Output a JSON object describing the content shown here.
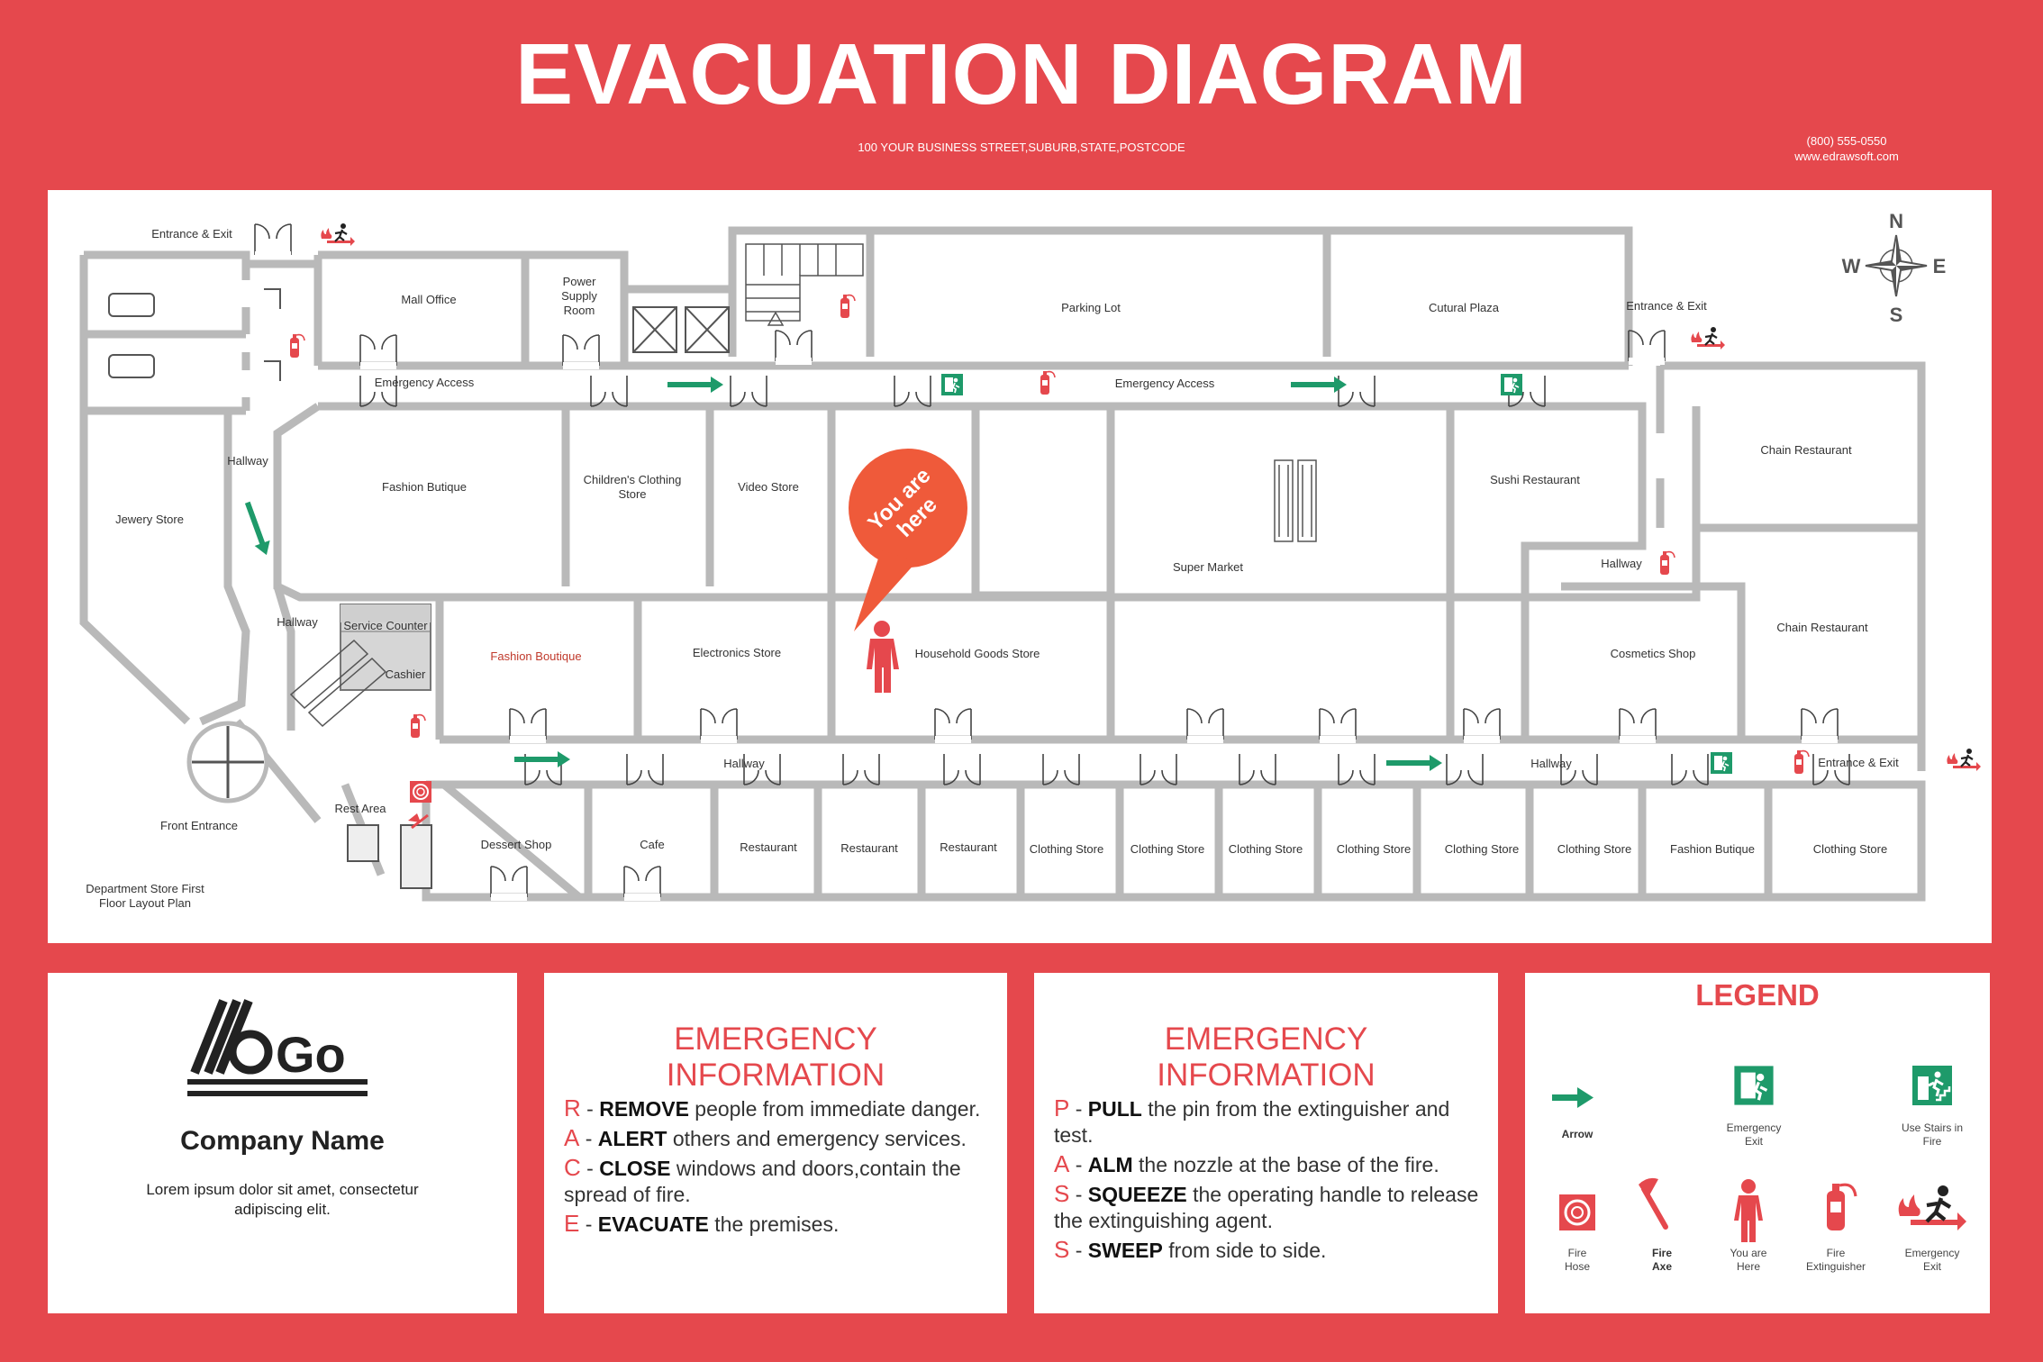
{
  "header": {
    "title": "EVACUATION DIAGRAM",
    "address": "100 YOUR BUSINESS STREET,SUBURB,STATE,POSTCODE",
    "phone": "(800) 555-0550",
    "website": "www.edrawsoft.com"
  },
  "compass": {
    "n": "N",
    "e": "E",
    "s": "S",
    "w": "W"
  },
  "floorplan": {
    "rooms": {
      "entrance_exit_tl": "Entrance & Exit",
      "mall_office": "Mall Office",
      "power_supply_1": "Power",
      "power_supply_2": "Supply",
      "power_supply_3": "Room",
      "parking_lot": "Parking Lot",
      "cultural_plaza": "Cutural Plaza",
      "entrance_exit_tr": "Entrance & Exit",
      "emergency_access_1": "Emergency Access",
      "emergency_access_2": "Emergency Access",
      "hallway_left": "Hallway",
      "jewelry_store": "Jewery Store",
      "fashion_butique": "Fashion Butique",
      "childrens_1": "Children's Clothing",
      "childrens_2": "Store",
      "video_store": "Video Store",
      "you_are_here_1": "You are",
      "you_are_here_2": "here",
      "sushi_restaurant": "Sushi Restaurant",
      "chain_restaurant_1": "Chain Restaurant",
      "super_market": "Super Market",
      "hallway_right": "Hallway",
      "hallway_mid_left": "Hallway",
      "service_counter": "Service Counter",
      "cashier": "Cashier",
      "fashion_boutique": "Fashion Boutique",
      "electronics_store": "Electronics Store",
      "household_goods": "Household Goods Store",
      "cosmetics_shop": "Cosmetics Shop",
      "chain_restaurant_2": "Chain Restaurant",
      "hallway_bottom_1": "Hallway",
      "hallway_bottom_2": "Hallway",
      "entrance_exit_r": "Entrance & Exit",
      "rest_area": "Rest Area",
      "front_entrance": "Front Entrance",
      "dessert_shop": "Dessert Shop",
      "cafe": "Cafe",
      "restaurant_1": "Restaurant",
      "restaurant_2": "Restaurant",
      "restaurant_3": "Restaurant",
      "clothing_1": "Clothing Store",
      "clothing_2": "Clothing Store",
      "clothing_3": "Clothing Store",
      "clothing_4": "Clothing Store",
      "clothing_5": "Clothing Store",
      "clothing_6": "Clothing Store",
      "fashion_butique_2": "Fashion Butique",
      "clothing_7": "Clothing Store",
      "plan_caption_1": "Department Store First",
      "plan_caption_2": "Floor Layout Plan"
    }
  },
  "company": {
    "logo_text": "Go",
    "name": "Company Name",
    "desc_1": "Lorem ipsum dolor sit amet, consectetur",
    "desc_2": "adipiscing elit."
  },
  "emergency_race": {
    "head_1": "EMERGENCY",
    "head_2": "INFORMATION",
    "items": [
      {
        "letter": "R",
        "sep": " - ",
        "bold": "REMOVE",
        "rest": " people from immediate danger."
      },
      {
        "letter": "A",
        "sep": " - ",
        "bold": "ALERT",
        "rest": " others and emergency services."
      },
      {
        "letter": "C",
        "sep": " - ",
        "bold": "CLOSE",
        "rest": " windows and doors,contain the spread of fire."
      },
      {
        "letter": "E",
        "sep": " - ",
        "bold": "EVACUATE",
        "rest": " the premises."
      }
    ]
  },
  "emergency_pass": {
    "head_1": "EMERGENCY",
    "head_2": "INFORMATION",
    "items": [
      {
        "letter": "P",
        "sep": " - ",
        "bold": "PULL",
        "rest": " the pin from the extinguisher and test."
      },
      {
        "letter": "A",
        "sep": " - ",
        "bold": "ALM",
        "rest": " the nozzle at the base of the fire."
      },
      {
        "letter": "S",
        "sep": " - ",
        "bold": "SQUEEZE",
        "rest": " the operating handle to release the extinguishing agent."
      },
      {
        "letter": "S",
        "sep": " - ",
        "bold": "SWEEP",
        "rest": " from side to side."
      }
    ]
  },
  "legend": {
    "title": "LEGEND",
    "arrow": "Arrow",
    "emergency_exit_1": "Emergency",
    "emergency_exit_2": "Exit",
    "stairs_1": "Use Stairs in",
    "stairs_2": "Fire",
    "fire_hose_1": "Fire",
    "fire_hose_2": "Hose",
    "fire_axe_1": "Fire",
    "fire_axe_2": "Axe",
    "you_are_here_1": "You are",
    "you_are_here_2": "Here",
    "extinguisher_1": "Fire",
    "extinguisher_2": "Extinguisher",
    "exit_fire_1": "Emergency",
    "exit_fire_2": "Exit"
  },
  "colors": {
    "brand_red": "#e5484d",
    "wall_gray": "#b9b9b9",
    "arrow_green": "#1e9a6a",
    "you_are_here": "#ef5a3a"
  },
  "icons": [
    "fire-extinguisher-icon",
    "emergency-exit-icon",
    "stairs-exit-icon",
    "fire-hose-icon",
    "fire-axe-icon",
    "person-icon",
    "arrow-icon",
    "compass-icon",
    "elevator-icon",
    "escalator-icon"
  ]
}
